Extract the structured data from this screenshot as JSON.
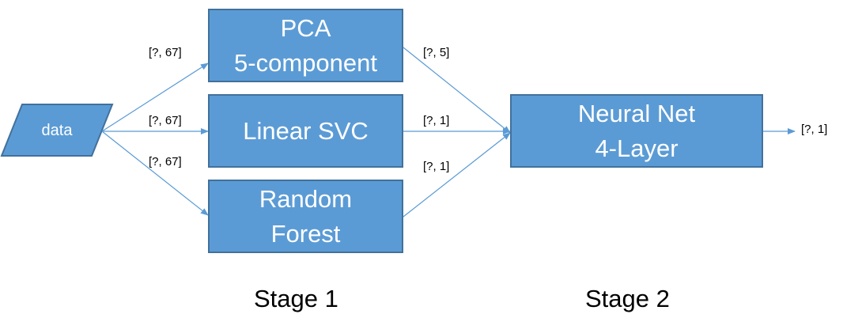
{
  "nodes": {
    "data": {
      "label": "data"
    },
    "pca": {
      "line1": "PCA",
      "line2": "5-component"
    },
    "svc": {
      "line1": "Linear SVC"
    },
    "rf": {
      "line1": "Random",
      "line2": "Forest"
    },
    "nn": {
      "line1": "Neural Net",
      "line2": "4-Layer"
    }
  },
  "edges": {
    "data_pca": "[?, 67]",
    "data_svc": "[?, 67]",
    "data_rf": "[?, 67]",
    "pca_nn": "[?, 5]",
    "svc_nn": "[?, 1]",
    "rf_nn": "[?, 1]",
    "nn_out": "[?, 1]"
  },
  "stages": {
    "stage1": "Stage 1",
    "stage2": "Stage 2"
  },
  "colors": {
    "box_fill": "#5b9bd5",
    "box_border": "#41719c",
    "arrow": "#5b9bd5"
  }
}
